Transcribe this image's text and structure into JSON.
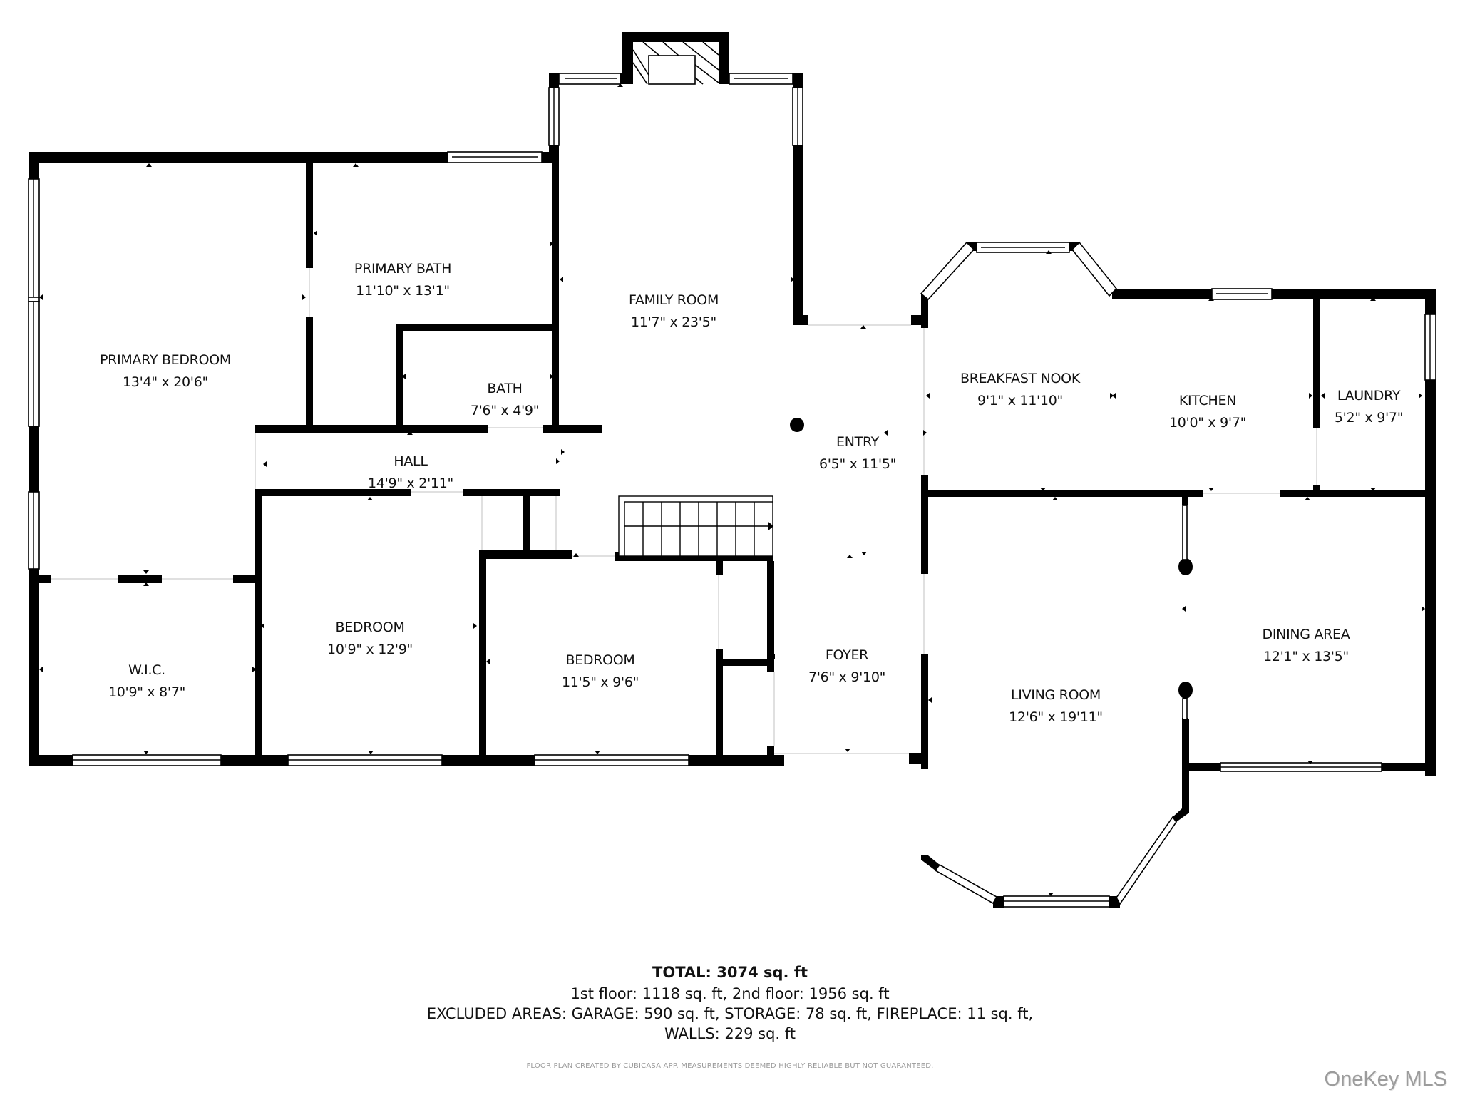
{
  "plan": {
    "type": "floor-plan",
    "rooms": [
      {
        "id": "primary-bedroom",
        "name": "PRIMARY BEDROOM",
        "dims": "13'4\" x 20'6\""
      },
      {
        "id": "primary-bath",
        "name": "PRIMARY BATH",
        "dims": "11'10\" x 13'1\""
      },
      {
        "id": "bath",
        "name": "BATH",
        "dims": "7'6\" x 4'9\""
      },
      {
        "id": "family-room",
        "name": "FAMILY ROOM",
        "dims": "11'7\" x 23'5\""
      },
      {
        "id": "hall",
        "name": "HALL",
        "dims": "14'9\" x 2'11\""
      },
      {
        "id": "entry",
        "name": "ENTRY",
        "dims": "6'5\" x 11'5\""
      },
      {
        "id": "breakfast-nook",
        "name": "BREAKFAST NOOK",
        "dims": "9'1\" x 11'10\""
      },
      {
        "id": "kitchen",
        "name": "KITCHEN",
        "dims": "10'0\" x 9'7\""
      },
      {
        "id": "laundry",
        "name": "LAUNDRY",
        "dims": "5'2\" x 9'7\""
      },
      {
        "id": "wic",
        "name": "W.I.C.",
        "dims": "10'9\" x 8'7\""
      },
      {
        "id": "bedroom-1",
        "name": "BEDROOM",
        "dims": "10'9\" x 12'9\""
      },
      {
        "id": "bedroom-2",
        "name": "BEDROOM",
        "dims": "11'5\" x 9'6\""
      },
      {
        "id": "foyer",
        "name": "FOYER",
        "dims": "7'6\" x 9'10\""
      },
      {
        "id": "dining-area",
        "name": "DINING AREA",
        "dims": "12'1\" x 13'5\""
      },
      {
        "id": "living-room",
        "name": "LIVING ROOM",
        "dims": "12'6\" x 19'11\""
      }
    ]
  },
  "summary": {
    "total": "TOTAL: 3074 sq. ft",
    "floors": "1st floor: 1118 sq. ft, 2nd floor: 1956 sq. ft",
    "excluded": "EXCLUDED AREAS: GARAGE: 590 sq. ft, STORAGE: 78 sq. ft, FIREPLACE: 11 sq. ft,",
    "walls": "WALLS: 229 sq. ft",
    "disclaimer": "FLOOR PLAN CREATED BY CUBICASA APP. MEASUREMENTS DEEMED HIGHLY RELIABLE BUT NOT GUARANTEED."
  },
  "watermark": "OneKey MLS"
}
